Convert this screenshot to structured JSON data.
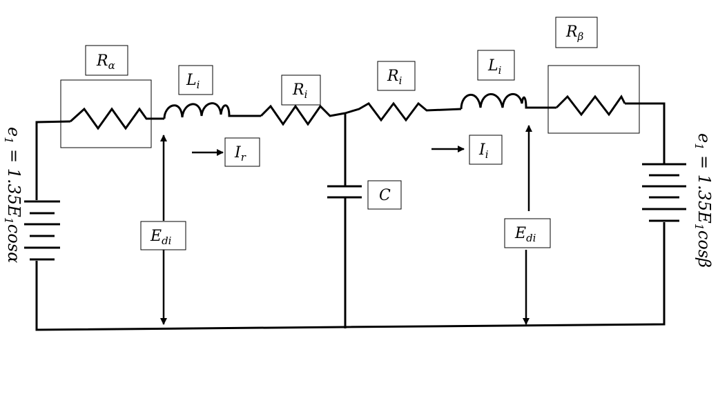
{
  "labels": {
    "r_alpha": {
      "main": "R",
      "sub": "α"
    },
    "l_left": {
      "main": "L",
      "sub": "i"
    },
    "r_i_left": {
      "main": "R",
      "sub": "i"
    },
    "r_i_right": {
      "main": "R",
      "sub": "i"
    },
    "l_right": {
      "main": "L",
      "sub": "i"
    },
    "r_beta": {
      "main": "R",
      "sub": "β"
    },
    "i_r": {
      "main": "I",
      "sub": "r"
    },
    "i_i": {
      "main": "I",
      "sub": "i"
    },
    "capacitor": {
      "main": "C",
      "sub": ""
    },
    "e_di_left": {
      "main": "E",
      "sub": "di"
    },
    "e_di_right": {
      "main": "E",
      "sub": "di"
    }
  },
  "sources": {
    "left": {
      "e": "e",
      "e_sub": "1",
      "eq": " = 1.35",
      "E": "E",
      "E_sub": "1",
      "fn": "cosα"
    },
    "right": {
      "e": "e",
      "e_sub": "1",
      "eq": " = 1.35",
      "E": "E",
      "E_sub": "1",
      "fn": "cosβ"
    }
  }
}
